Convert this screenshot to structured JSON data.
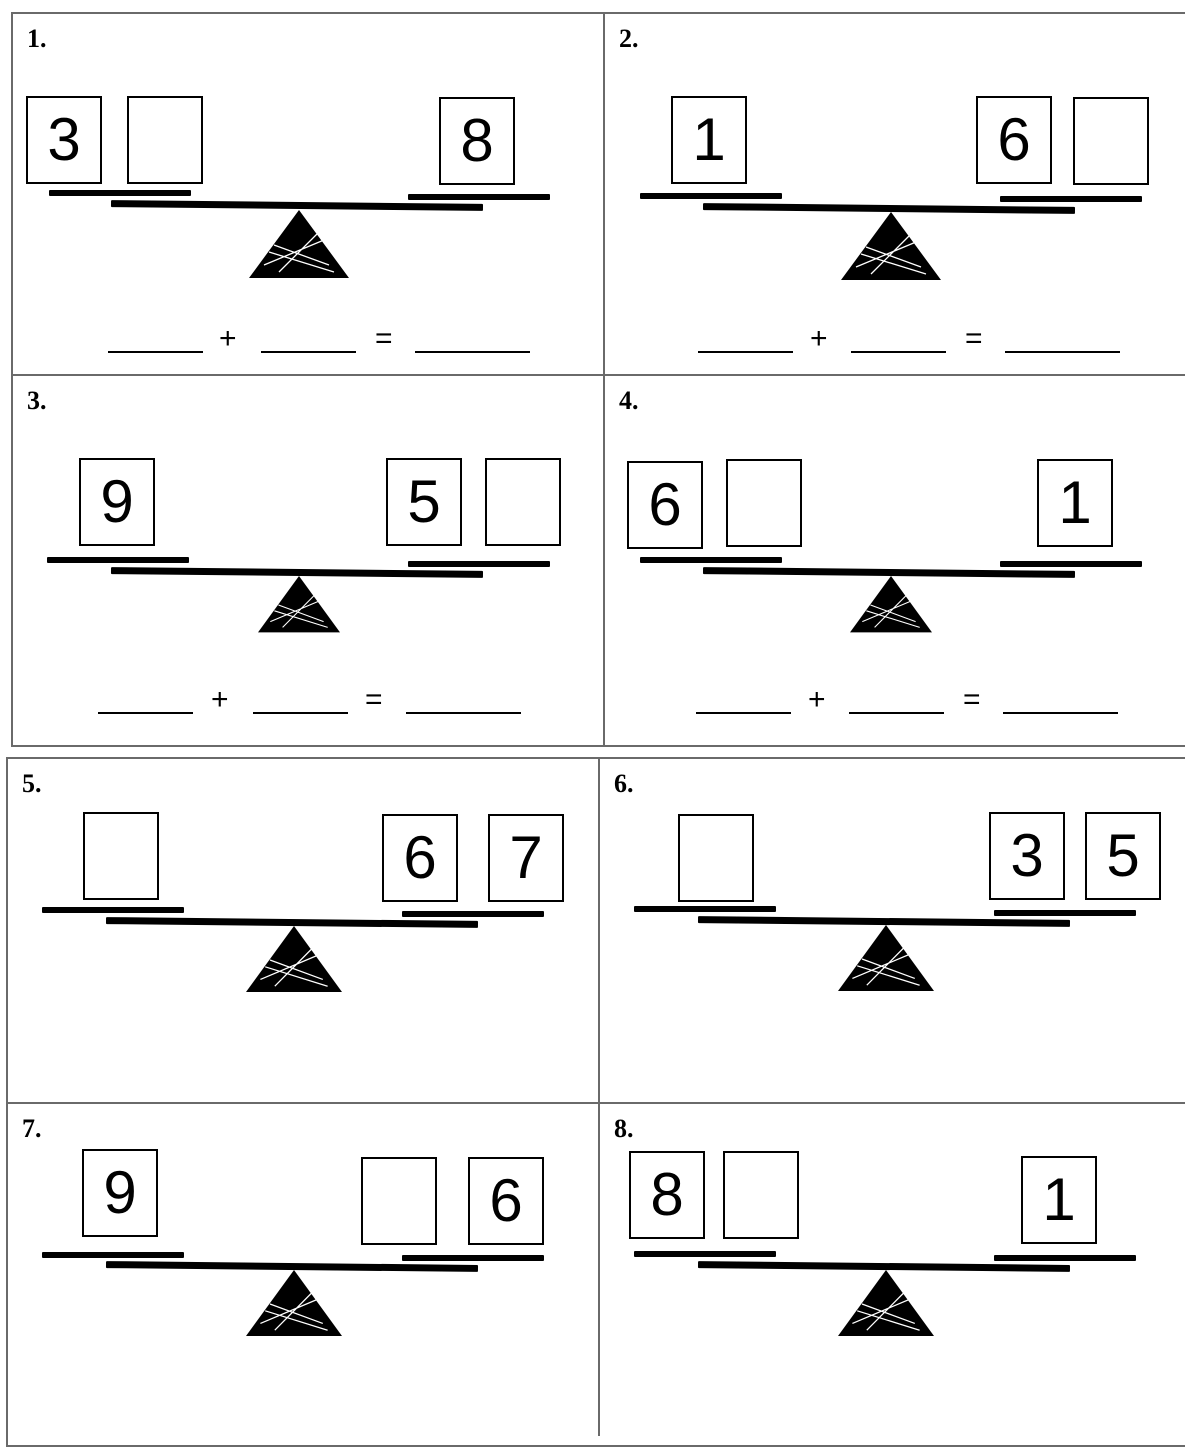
{
  "problems": [
    {
      "label": "1.",
      "left": [
        "3",
        ""
      ],
      "right": [
        "8"
      ],
      "equation": {
        "plus": "+",
        "equals": "="
      }
    },
    {
      "label": "2.",
      "left": [
        "1"
      ],
      "right": [
        "6",
        ""
      ],
      "equation": {
        "plus": "+",
        "equals": "="
      }
    },
    {
      "label": "3.",
      "left": [
        "9"
      ],
      "right": [
        "5",
        ""
      ],
      "equation": {
        "plus": "+",
        "equals": "="
      }
    },
    {
      "label": "4.",
      "left": [
        "6",
        ""
      ],
      "right": [
        "1"
      ],
      "equation": {
        "plus": "+",
        "equals": "="
      }
    },
    {
      "label": "5.",
      "left": [
        ""
      ],
      "right": [
        "6",
        "7"
      ]
    },
    {
      "label": "6.",
      "left": [
        ""
      ],
      "right": [
        "3",
        "5"
      ]
    },
    {
      "label": "7.",
      "left": [
        "9"
      ],
      "right": [
        "",
        "6"
      ]
    },
    {
      "label": "8.",
      "left": [
        "8",
        ""
      ],
      "right": [
        "1"
      ]
    }
  ]
}
